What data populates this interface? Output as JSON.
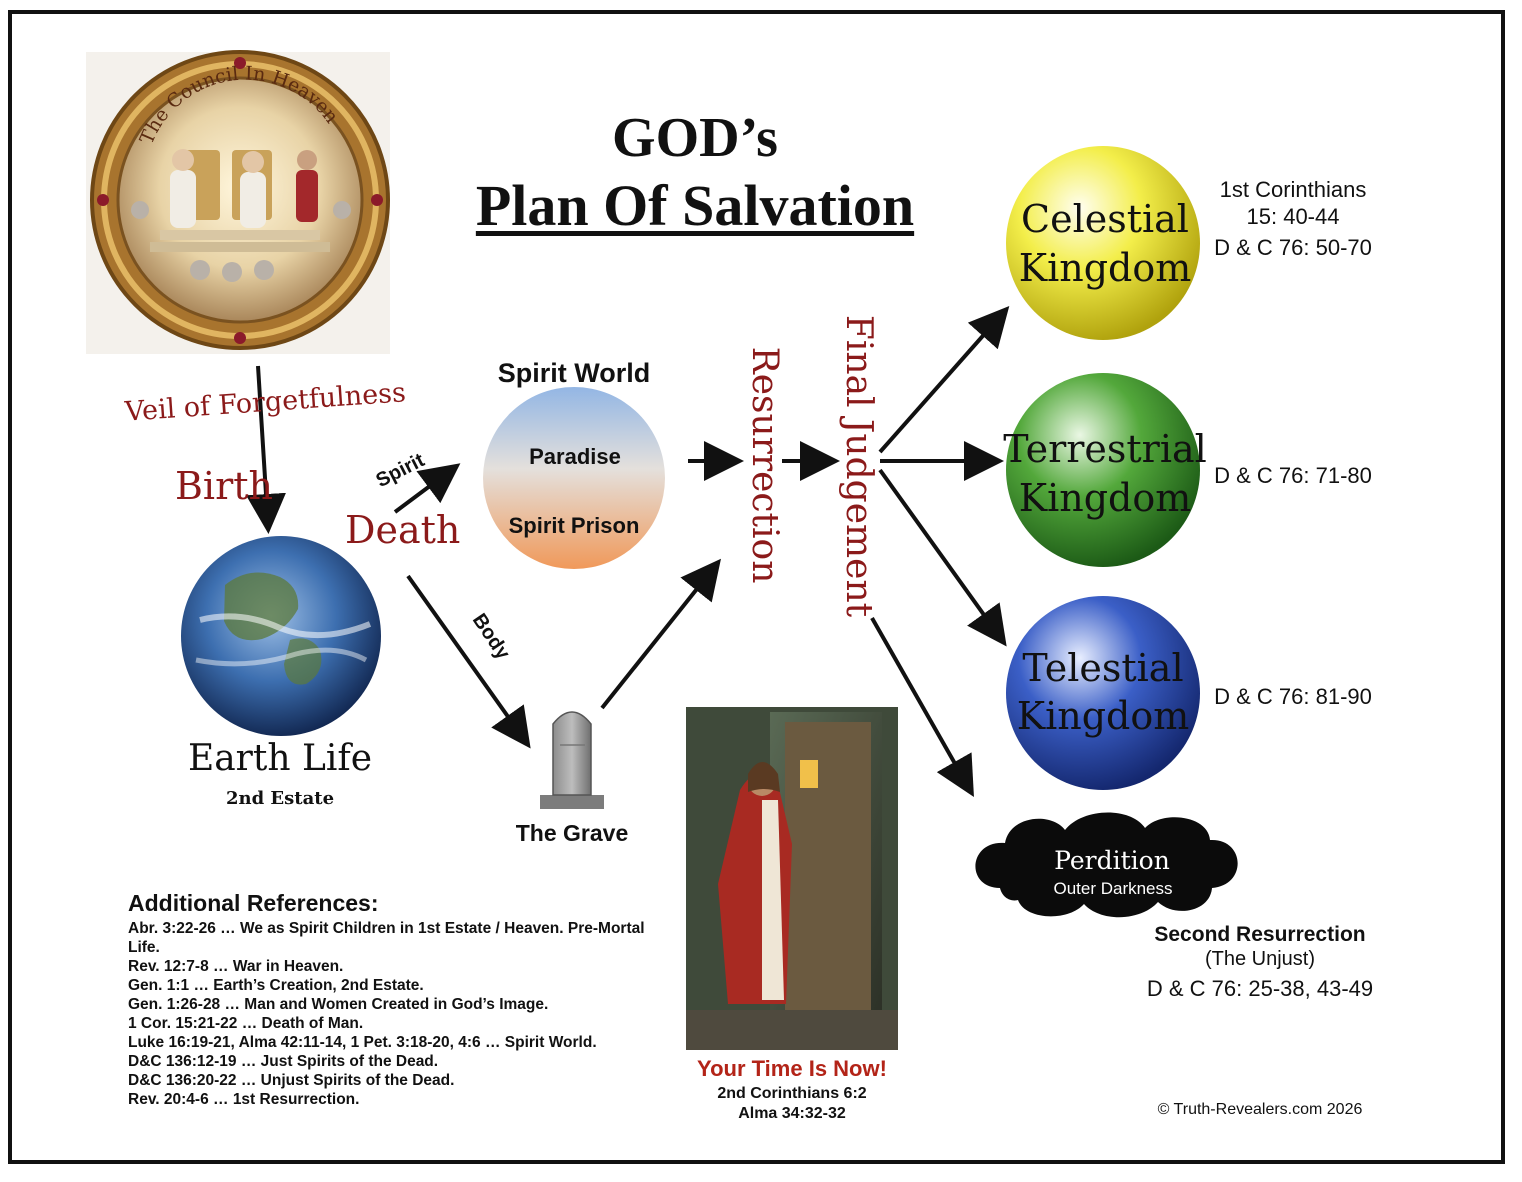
{
  "title": {
    "line1": "GOD’s",
    "line2": "Plan Of Salvation"
  },
  "council": {
    "label": "The Council In Heaven"
  },
  "labels": {
    "veil": "Veil of Forgetfulness",
    "birth": "Birth",
    "spirit": "Spirit",
    "death": "Death",
    "body": "Body",
    "resurrection": "Resurrection",
    "final_judgement": "Final Judgement"
  },
  "earth": {
    "title": "Earth Life",
    "subtitle": "2nd Estate"
  },
  "spirit_world": {
    "title": "Spirit World",
    "top": "Paradise",
    "bottom": "Spirit Prison"
  },
  "grave": {
    "label": "The Grave"
  },
  "kingdoms": [
    {
      "line1": "Celestial",
      "line2": "Kingdom",
      "ref_lines": [
        "1st Corinthians",
        "15: 40-44",
        "D & C 76: 50-70"
      ],
      "color": "#f2ec3a"
    },
    {
      "line1": "Terrestrial",
      "line2": "Kingdom",
      "ref_lines": [
        "D & C 76: 71-80"
      ],
      "color": "#3f9a2f"
    },
    {
      "line1": "Telestial",
      "line2": "Kingdom",
      "ref_lines": [
        "D & C 76: 81-90"
      ],
      "color": "#2d4fb5"
    }
  ],
  "perdition": {
    "title": "Perdition",
    "subtitle": "Outer Darkness"
  },
  "second_resurrection": {
    "line1": "Second Resurrection",
    "line2": "(The Unjust)",
    "line3": "D & C 76: 25-38, 43-49"
  },
  "time_now": {
    "title": "Your Time Is Now!",
    "ref1": "2nd Corinthians 6:2",
    "ref2": "Alma 34:32-32"
  },
  "references": {
    "heading": "Additional References:",
    "lines": [
      "Abr. 3:22-26 … We as Spirit Children in 1st Estate / Heaven. Pre-Mortal Life.",
      "Rev. 12:7-8 … War in Heaven.",
      "Gen. 1:1 … Earth’s Creation, 2nd Estate.",
      "Gen. 1:26-28 … Man and Women Created in God’s Image.",
      "1 Cor. 15:21-22 … Death of Man.",
      "Luke 16:19-21, Alma 42:11-14, 1 Pet. 3:18-20, 4:6 … Spirit World.",
      "D&C 136:12-19 … Just Spirits of the Dead.",
      "D&C 136:20-22 … Unjust Spirits of the Dead.",
      "Rev. 20:4-6 … 1st Resurrection."
    ]
  },
  "copyright": "©  Truth-Revealers.com  2026",
  "colors": {
    "label_red": "#8b1a1a",
    "arrow": "#111111"
  }
}
